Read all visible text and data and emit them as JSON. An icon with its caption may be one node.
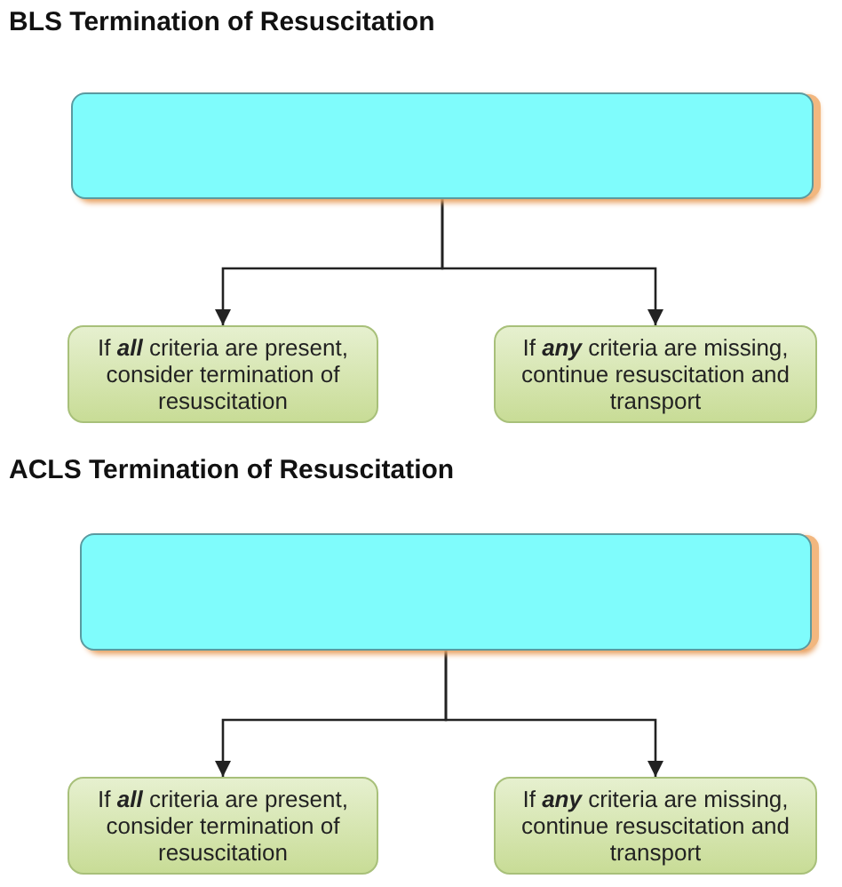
{
  "diagram": {
    "nodes": [
      {
        "text": [],
        "shape": "box"
      },
      {
        "text": [
          "If **all** criteria are present, consider termination of resuscitation"
        ]
      },
      {
        "text": [
          "If **any** criteria are missing, continue resuscitation and transport"
        ]
      },
      {
        "text": [],
        "shape": "box"
      },
      {
        "text": [
          "If **all** criteria are present, consider termination of resuscitation"
        ]
      },
      {
        "text": [
          "If **any** criteria are missing, continue resuscitation and transport"
        ]
      }
    ],
    "edges": [
      {
        "from": 0,
        "to": 1,
        "arrow": "to"
      },
      {
        "from": 0,
        "to": 2,
        "arrow": "to"
      },
      {
        "from": 3,
        "to": 4,
        "arrow": "to"
      },
      {
        "from": 3,
        "to": 5,
        "arrow": "to"
      }
    ],
    "labels": [
      "BLS Termination of Resuscitation",
      "ACLS Termination of Resuscitation"
    ]
  }
}
